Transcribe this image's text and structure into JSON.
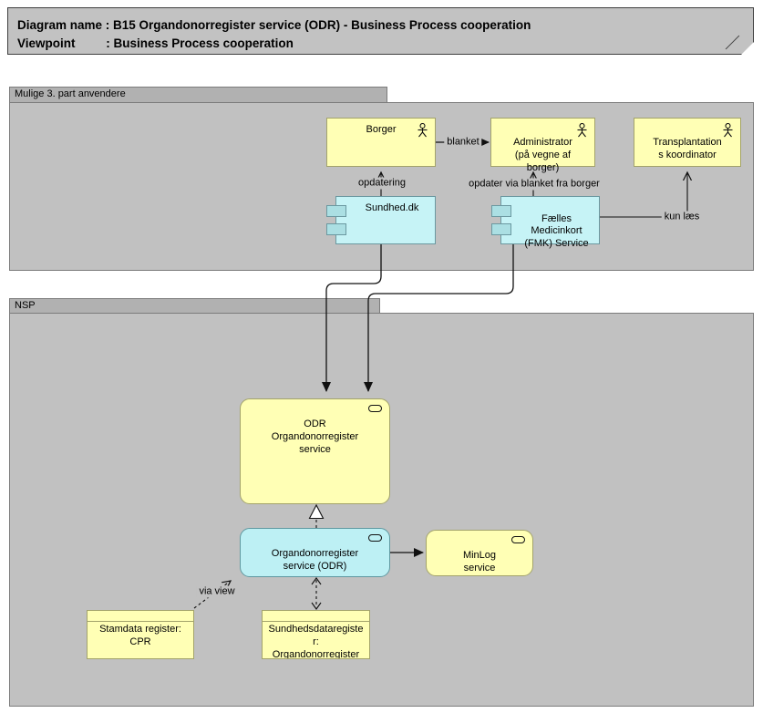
{
  "title": {
    "line1": "Diagram name : B15 Organdonorregister service (ODR) - Business Process cooperation",
    "line2": "Viewpoint         : Business Process cooperation"
  },
  "groups": {
    "third_party": {
      "label": "Mulige 3. part anvendere"
    },
    "nsp": {
      "label": "NSP"
    }
  },
  "actors": {
    "borger": {
      "label": "Borger"
    },
    "administrator": {
      "label": "Administrator\n(på vegne af\nborger)"
    },
    "transplant": {
      "label": "Transplantation\ns koordinator"
    }
  },
  "components": {
    "sundhed": {
      "label": "Sundhed.dk"
    },
    "fmk": {
      "label": "Fælles\nMedicinkort\n(FMK) Service"
    }
  },
  "services": {
    "odr_app": {
      "label": "ODR\nOrgandonorregister\nservice"
    },
    "odr_service": {
      "label": "Organdonorregister\nservice (ODR)"
    },
    "minlog": {
      "label": "MinLog\nservice"
    }
  },
  "objects": {
    "stamdata": {
      "label": "Stamdata register:\nCPR"
    },
    "sundhedsdata": {
      "label": "Sundhedsdataregiste\nr:\nOrgandonorregister"
    }
  },
  "connector_labels": {
    "blanket": "blanket",
    "opdatering": "opdatering",
    "opdater_via": "opdater via blanket fra borger",
    "kun_laes": "kun læs",
    "via_view": "via view"
  },
  "colors": {
    "group_fill": "#c1c1c1",
    "group_tab": "#b1b1b1",
    "note_fill": "#c2c2c2",
    "actor_fill": "#ffffb5",
    "component_fill": "#c6f3f6",
    "service_cyan_fill": "#bdf0f4",
    "line": "#111111"
  }
}
